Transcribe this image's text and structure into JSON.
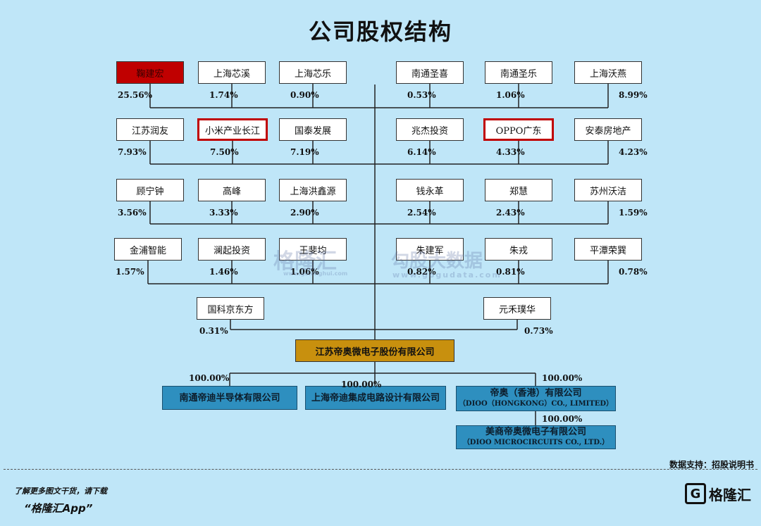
{
  "title": "公司股权结构",
  "shareholders": [
    {
      "name": "鞠建宏",
      "pct": "25.56%",
      "founder": true
    },
    {
      "name": "上海芯溪",
      "pct": "1.74%"
    },
    {
      "name": "上海芯乐",
      "pct": "0.90%"
    },
    {
      "name": "南通圣喜",
      "pct": "0.53%"
    },
    {
      "name": "南通圣乐",
      "pct": "1.06%"
    },
    {
      "name": "上海沃燕",
      "pct": "8.99%"
    },
    {
      "name": "江苏润友",
      "pct": "7.93%"
    },
    {
      "name": "小米产业长江",
      "pct": "7.50%",
      "highlight": true
    },
    {
      "name": "国泰发展",
      "pct": "7.19%"
    },
    {
      "name": "兆杰投资",
      "pct": "6.14%"
    },
    {
      "name": "OPPO广东",
      "pct": "4.33%",
      "highlight": true
    },
    {
      "name": "安泰房地产",
      "pct": "4.23%"
    },
    {
      "name": "顾宁钟",
      "pct": "3.56%"
    },
    {
      "name": "高峰",
      "pct": "3.33%"
    },
    {
      "name": "上海洪鑫源",
      "pct": "2.90%"
    },
    {
      "name": "钱永革",
      "pct": "2.54%"
    },
    {
      "name": "郑慧",
      "pct": "2.43%"
    },
    {
      "name": "苏州沃洁",
      "pct": "1.59%"
    },
    {
      "name": "金浦智能",
      "pct": "1.57%"
    },
    {
      "name": "澜起投资",
      "pct": "1.46%"
    },
    {
      "name": "王斐均",
      "pct": "1.06%"
    },
    {
      "name": "朱建军",
      "pct": "0.82%"
    },
    {
      "name": "朱戎",
      "pct": "0.81%"
    },
    {
      "name": "平潭荣巽",
      "pct": "0.78%"
    },
    {
      "name": "国科京东方",
      "pct": "0.31%"
    },
    {
      "name": "元禾璞华",
      "pct": "0.73%"
    }
  ],
  "company": "江苏帝奥微电子股份有限公司",
  "subsidiaries": [
    {
      "name": "南通帝迪半导体有限公司",
      "en": "",
      "pct": "100.00%"
    },
    {
      "name": "上海帝迪集成电路设计有限公司",
      "en": "",
      "pct": "100.00%"
    },
    {
      "name": "帝奥（香港）有限公司",
      "en": "（DIOO（HONGKONG）CO., LIMITED）",
      "pct": "100.00%"
    },
    {
      "name": "美商帝奥微电子有限公司",
      "en": "（DIOO MICROCIRCUITS CO., LTD.）",
      "pct": "100.00%"
    }
  ],
  "watermark": {
    "brand": "格隆汇",
    "brand_url": "www.gelonghui.com",
    "brand2": "勾股大数据",
    "brand2_url": "www.gogudata.com"
  },
  "source": "数据支持：招股说明书",
  "footer": {
    "line1": "了解更多图文干货，请下载",
    "line2": "“格隆汇App”"
  },
  "logo": {
    "glyph": "G",
    "text": "格隆汇"
  }
}
